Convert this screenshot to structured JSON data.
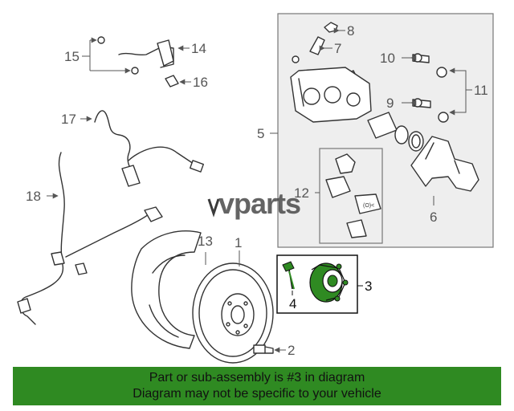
{
  "callouts": {
    "c1": "1",
    "c2": "2",
    "c3": "3",
    "c4": "4",
    "c5": "5",
    "c6": "6",
    "c7": "7",
    "c8": "8",
    "c9": "9",
    "c10": "10",
    "c11": "11",
    "c12": "12",
    "c13": "13",
    "c14": "14",
    "c15": "15",
    "c16": "16",
    "c17": "17",
    "c18": "18"
  },
  "watermark": "vparts",
  "banner": {
    "line1": "Part or sub-assembly is #3 in diagram",
    "line2": "Diagram may not be specific to your vehicle"
  },
  "colors": {
    "banner_bg": "#2f8a22",
    "highlight_part": "#2f8a22",
    "box_fill": "#eeeeee"
  }
}
